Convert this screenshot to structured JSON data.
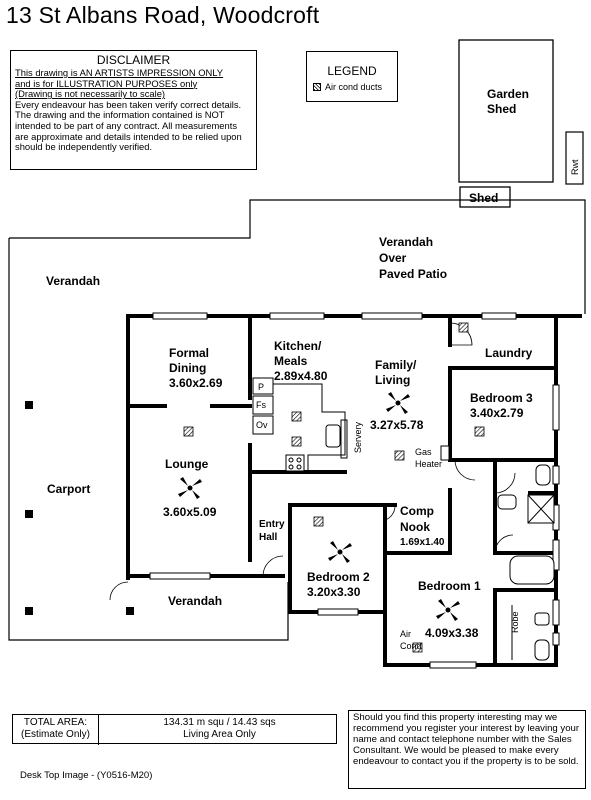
{
  "title": "13 St Albans Road, Woodcroft",
  "disclaimer": {
    "heading": "DISCLAIMER",
    "line1": "This drawing is AN ARTISTS IMPRESSION ONLY",
    "line2": "and is for ILLUSTRATION PURPOSES only",
    "line3": "(Drawing is not necessarily to scale)",
    "body": "Every endeavour has been taken verify correct details. The drawing and the information contained is NOT intended to be part of any contract.  All measurements are approximate and details intended to be relied upon should be independently verified."
  },
  "legend": {
    "heading": "LEGEND",
    "item": "Air cond ducts"
  },
  "labels": {
    "garden_shed_1": "Garden",
    "garden_shed_2": "Shed",
    "rwt": "Rwt",
    "shed": "Shed",
    "verandah_patio_1": "Verandah",
    "verandah_patio_2": "Over",
    "verandah_patio_3": "Paved Patio",
    "verandah_left": "Verandah",
    "carport": "Carport",
    "verandah_front": "Verandah",
    "formal_dining_1": "Formal",
    "formal_dining_2": "Dining",
    "formal_dining_size": "3.60x2.69",
    "kitchen_1": "Kitchen/",
    "kitchen_2": "Meals",
    "kitchen_size": "2.89x4.80",
    "pantry": "P",
    "fridge": "Fs",
    "oven": "Ov",
    "servery": "Servery",
    "family_1": "Family/",
    "family_2": "Living",
    "family_size": "3.27x5.78",
    "gas_1": "Gas",
    "gas_2": "Heater",
    "laundry": "Laundry",
    "bed3": "Bedroom 3",
    "bed3_size": "3.40x2.79",
    "lounge": "Lounge",
    "lounge_size": "3.60x5.09",
    "entry_1": "Entry",
    "entry_2": "Hall",
    "comp_1": "Comp",
    "comp_2": "Nook",
    "comp_size": "1.69x1.40",
    "bed2": "Bedroom 2",
    "bed2_size": "3.20x3.30",
    "bed1": "Bedroom 1",
    "bed1_size": "4.09x3.38",
    "aircond_1": "Air",
    "aircond_2": "Cond",
    "robe": "Robe"
  },
  "totals": {
    "label_1": "TOTAL AREA:",
    "label_2": "(Estimate Only)",
    "value_1": "134.31 m squ /  14.43 sqs",
    "value_2": "Living Area Only"
  },
  "footnote": "Desk Top Image - (Y0516-M20)",
  "contact": "Should you find this property interesting may we recommend you register your interest by leaving your name and contact telephone number with the Sales Consultant. We would be pleased to make every endeavour to contact you if the property is to be sold."
}
